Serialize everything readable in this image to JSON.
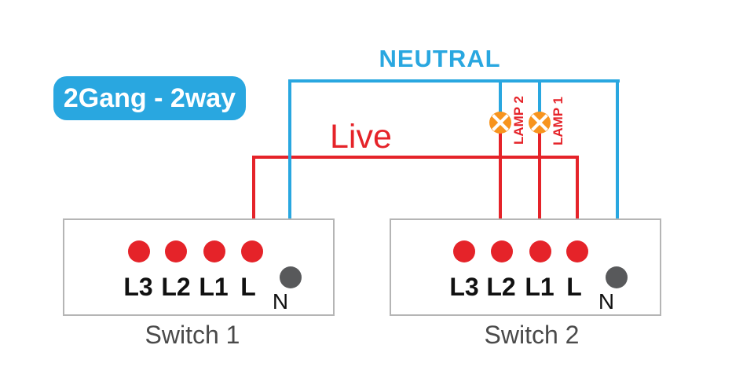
{
  "badge": {
    "label": "2Gang - 2way",
    "bg_color": "#29a7e0",
    "text_color": "#ffffff"
  },
  "buses": {
    "neutral": {
      "label": "NEUTRAL",
      "color": "#29a7e0"
    },
    "live": {
      "label": "Live",
      "color": "#e52329"
    }
  },
  "lamps": [
    {
      "label": "LAMP 2",
      "symbol": "lamp-cross-icon",
      "color": "#f7941e"
    },
    {
      "label": "LAMP 1",
      "symbol": "lamp-cross-icon",
      "color": "#f7941e"
    }
  ],
  "switches": [
    {
      "name": "Switch 1",
      "terminals": [
        "L3",
        "L2",
        "L1",
        "L"
      ],
      "neutral_terminal": "N"
    },
    {
      "name": "Switch 2",
      "terminals": [
        "L3",
        "L2",
        "L1",
        "L"
      ],
      "neutral_terminal": "N"
    }
  ],
  "colors": {
    "wire_neutral": "#29a7e0",
    "wire_live": "#e52329",
    "terminal_live": "#e52329",
    "terminal_neutral": "#58595b",
    "lamp_orange": "#f7941e",
    "box_border": "#b5b5b5"
  }
}
